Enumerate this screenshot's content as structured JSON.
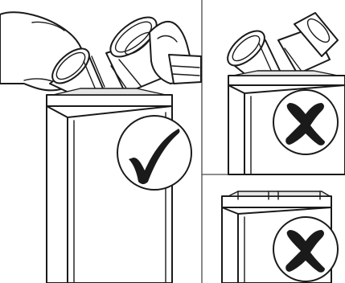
{
  "panels": [
    {
      "id": "main",
      "status": "correct",
      "icon": "checkmark-icon"
    },
    {
      "id": "top-right",
      "status": "incorrect",
      "icon": "cross-icon"
    },
    {
      "id": "bottom-right",
      "status": "incorrect",
      "icon": "cross-icon"
    }
  ],
  "colors": {
    "line": "#1a1a1a",
    "background": "#ffffff",
    "fill_light": "#e6e6e6"
  }
}
